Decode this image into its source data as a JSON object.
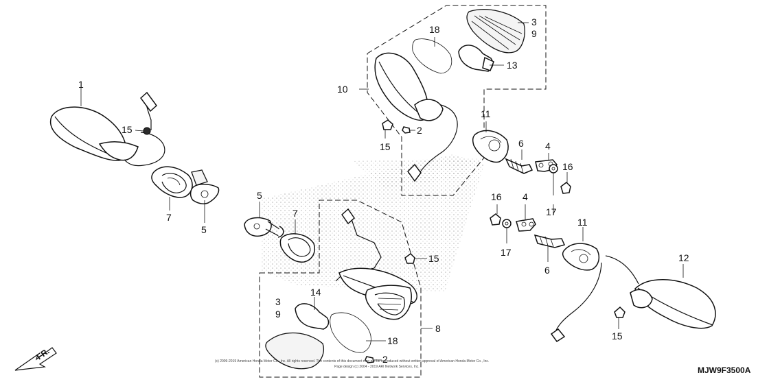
{
  "labels": {
    "n1": "1",
    "n2a": "2",
    "n2b": "2",
    "n3a": "3",
    "n3b": "3",
    "n4a": "4",
    "n4b": "4",
    "n5a": "5",
    "n5b": "5",
    "n6a": "6",
    "n6b": "6",
    "n7a": "7",
    "n7b": "7",
    "n8": "8",
    "n9a": "9",
    "n9b": "9",
    "n10": "10",
    "n11a": "11",
    "n11b": "11",
    "n12": "12",
    "n13": "13",
    "n14": "14",
    "n15a": "15",
    "n15b": "15",
    "n15c": "15",
    "n15d": "15",
    "n16a": "16",
    "n16b": "16",
    "n17a": "17",
    "n17b": "17",
    "n18a": "18",
    "n18b": "18"
  },
  "footer": {
    "copyright_line1": "(c) 2009-2019 American Honda Motor Co., Inc. All rights reserved. The contents of this document may not be reproduced without written approval of American Honda Motor Co., Inc.",
    "copyright_line2": "Page design (c) 2004 - 2019 ARI Network Services, Inc.",
    "diagram_code": "MJW9F3500A",
    "direction": "FR."
  }
}
